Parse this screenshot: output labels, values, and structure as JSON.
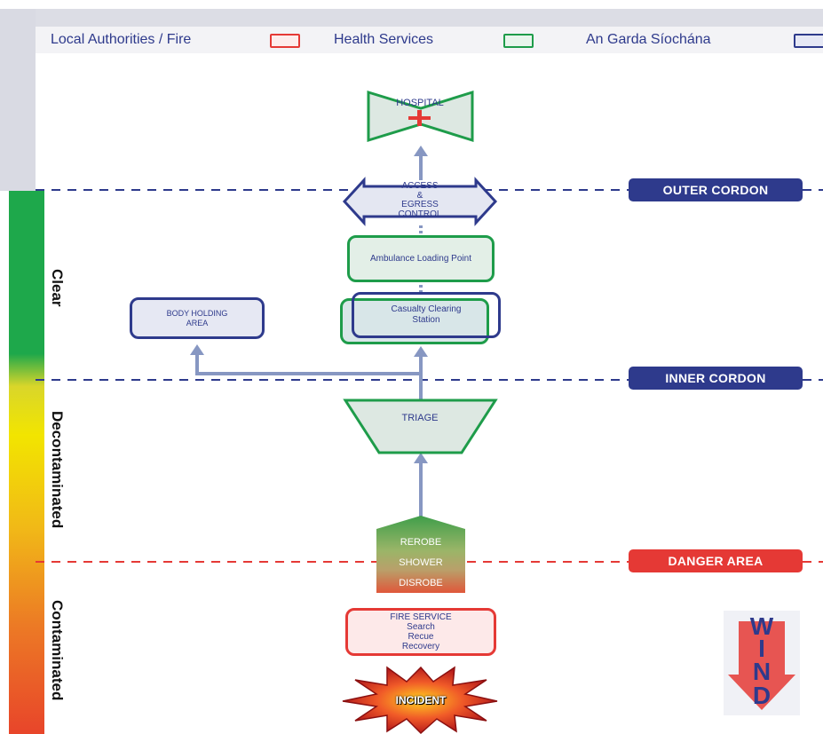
{
  "legend": {
    "items": [
      {
        "label": "Local Authorities / Fire",
        "color": "#e53935"
      },
      {
        "label": "Health Services",
        "color": "#1e9c4a"
      },
      {
        "label": "An Garda Síochána",
        "color": "#2e3a8c"
      }
    ]
  },
  "zones": {
    "clear": "Clear",
    "decontaminated": "Decontaminated",
    "contaminated": "Contaminated"
  },
  "cordons": {
    "outer": "OUTER CORDON",
    "inner": "INNER CORDON",
    "danger": "DANGER AREA"
  },
  "nodes": {
    "hospital": "HOSPITAL",
    "access_line1": "ACCESS",
    "access_line2": "&",
    "access_line3": "EGRESS",
    "access_line4": "CONTROL",
    "ambulance": "Ambulance Loading Point",
    "casualty_line1": "Casualty Clearing",
    "casualty_line2": "Station",
    "body_line1": "BODY HOLDING",
    "body_line2": "AREA",
    "triage": "TRIAGE",
    "rerobe": "REROBE",
    "shower": "SHOWER",
    "disrobe": "DISROBE",
    "fire_line1": "FIRE SERVICE",
    "fire_line2": "Search",
    "fire_line3": "Recue",
    "fire_line4": "Recovery",
    "incident": "INCIDENT"
  },
  "wind": {
    "letters": [
      "W",
      "I",
      "N",
      "D"
    ]
  },
  "colors": {
    "garda_blue": "#2e3a8c",
    "health_green": "#1e9c4a",
    "fire_red": "#e53935",
    "arrow": "#8797c2"
  }
}
